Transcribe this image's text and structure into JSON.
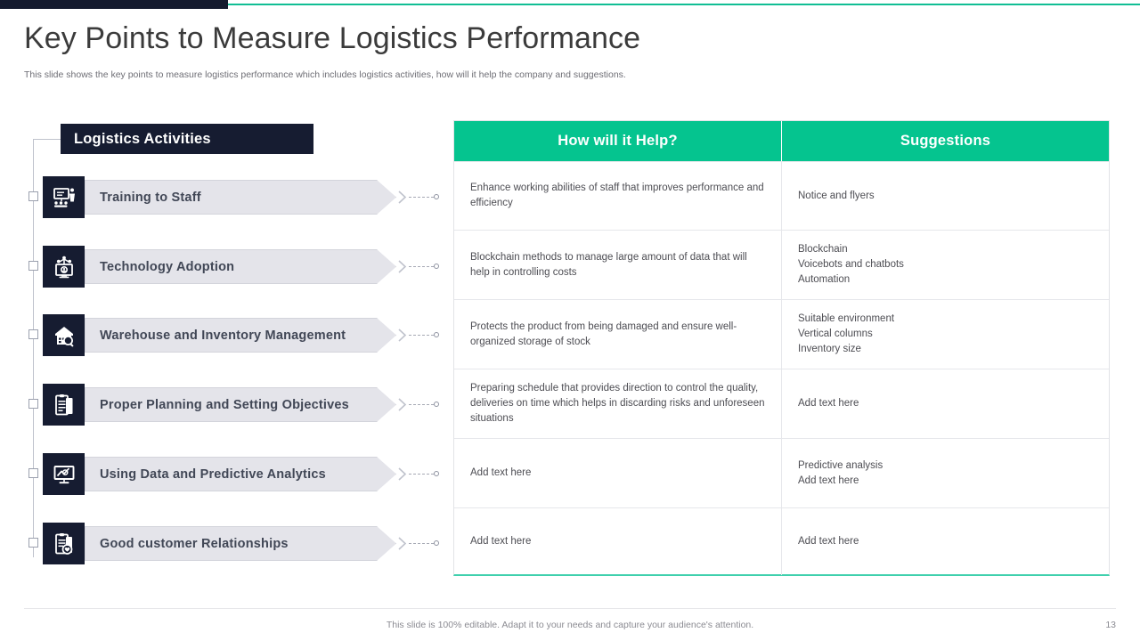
{
  "theme": {
    "navy": "#161C31",
    "teal": "#05C48F",
    "bar_gray": "#E4E4EA",
    "text_dark": "#3B3B3B"
  },
  "header": {
    "title": "Key Points to Measure Logistics Performance",
    "subtitle": "This slide shows the key points to measure logistics performance which includes logistics activities, how will it help the company and suggestions."
  },
  "left_panel": {
    "section_title": "Logistics Activities",
    "items": [
      {
        "label": "Training to Staff",
        "icon": "presentation-training-icon"
      },
      {
        "label": "Technology Adoption",
        "icon": "network-monitor-icon"
      },
      {
        "label": "Warehouse and Inventory Management",
        "icon": "warehouse-search-icon"
      },
      {
        "label": "Proper Planning and Setting Objectives",
        "icon": "clipboard-plan-icon"
      },
      {
        "label": "Using Data and Predictive Analytics",
        "icon": "analytics-chart-icon"
      },
      {
        "label": "Good customer Relationships",
        "icon": "clipboard-heart-icon"
      }
    ]
  },
  "table": {
    "columns": [
      "How will it Help?",
      "Suggestions"
    ],
    "rows": [
      {
        "help": "Enhance working abilities of staff that improves performance and efficiency",
        "suggestions": "Notice and flyers"
      },
      {
        "help": "Blockchain methods to manage large amount of data that will help in controlling costs",
        "suggestions": "Blockchain\nVoicebots and chatbots\nAutomation"
      },
      {
        "help": "Protects the product from being damaged and ensure well-organized storage of stock",
        "suggestions": "Suitable environment\nVertical columns\nInventory size"
      },
      {
        "help": "Preparing schedule that provides direction to control the quality, deliveries on time which helps in discarding risks and unforeseen situations",
        "suggestions": "Add text here"
      },
      {
        "help": "Add text here",
        "suggestions": "Predictive analysis\nAdd text here"
      },
      {
        "help": "Add text here",
        "suggestions": "Add text here"
      }
    ]
  },
  "footer": {
    "note": "This slide is 100% editable. Adapt it to your needs and capture your audience's attention.",
    "page_number": "13"
  }
}
